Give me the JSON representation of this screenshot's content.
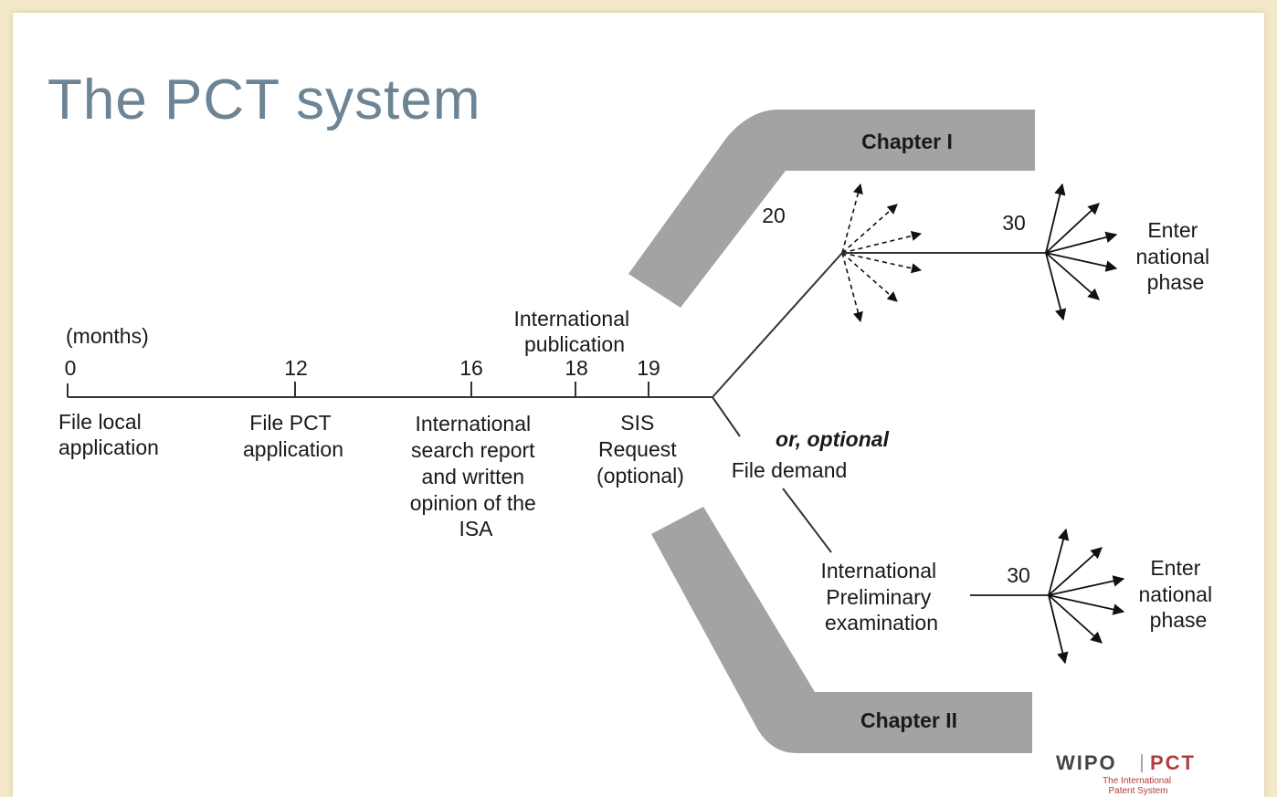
{
  "title": "The PCT system",
  "timeline": {
    "unit_label": "(months)",
    "ticks": [
      "0",
      "12",
      "16",
      "18",
      "19"
    ]
  },
  "steps": {
    "file_local": [
      "File local",
      "application"
    ],
    "file_pct": [
      "File PCT",
      "application"
    ],
    "isr": [
      "International",
      "search report",
      "and written",
      "opinion of the",
      "ISA"
    ],
    "publication": [
      "International",
      "publication"
    ],
    "sis": [
      "SIS",
      "Request",
      "(optional)"
    ],
    "or_optional": "or, optional",
    "file_demand": "File demand",
    "ipe": [
      "International",
      "Preliminary",
      "examination"
    ]
  },
  "chapter1": {
    "label": "Chapter I",
    "month_20": "20",
    "month_30": "30",
    "enter": [
      "Enter",
      "national",
      "phase"
    ]
  },
  "chapter2": {
    "label": "Chapter II",
    "month_30": "30",
    "enter": [
      "Enter",
      "national",
      "phase"
    ]
  },
  "logo": {
    "left": "WIPO",
    "right": "PCT",
    "tagline": [
      "The International",
      "Patent System"
    ]
  },
  "colors": {
    "title": "#6c8494",
    "band": "#a3a3a3",
    "logo_left": "#444444",
    "logo_right": "#b53a3a",
    "frame": "#f3e9c8"
  }
}
